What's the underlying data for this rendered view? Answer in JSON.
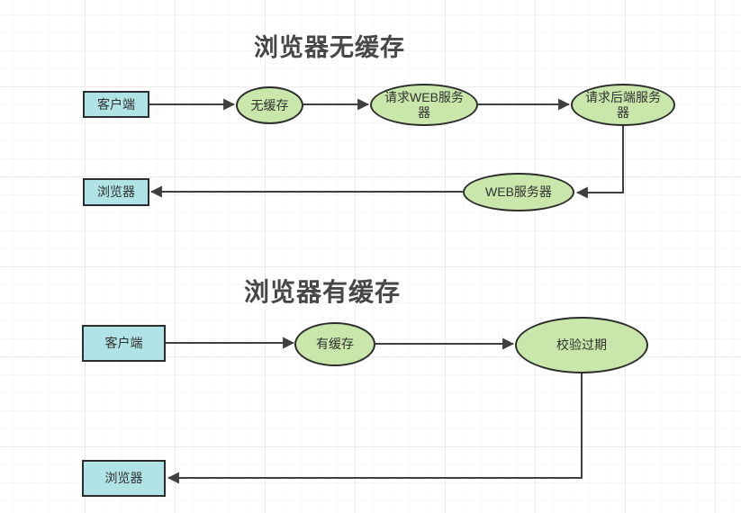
{
  "diagram": {
    "section1": {
      "title": "浏览器无缓存",
      "client_label": "客户端",
      "no_cache_label": "无缓存",
      "request_web_server_label": "请求WEB服务器",
      "request_backend_server_label": "请求后端服务器",
      "web_server_label": "WEB服务器",
      "browser_label": "浏览器"
    },
    "section2": {
      "title": "浏览器有缓存",
      "client_label": "客户端",
      "has_cache_label": "有缓存",
      "check_expiry_label": "校验过期",
      "browser_label": "浏览器"
    },
    "colors": {
      "rect_fill": "#b0e3e6",
      "ellipse_fill": "#c9e7ab",
      "shape_border": "#2d2d2d",
      "connector": "#3f3f3f",
      "title_text": "#474747",
      "node_text": "#303030",
      "background": "#ffffff",
      "grid_minor": "#f7f7f7",
      "grid_major": "#ececec"
    }
  }
}
